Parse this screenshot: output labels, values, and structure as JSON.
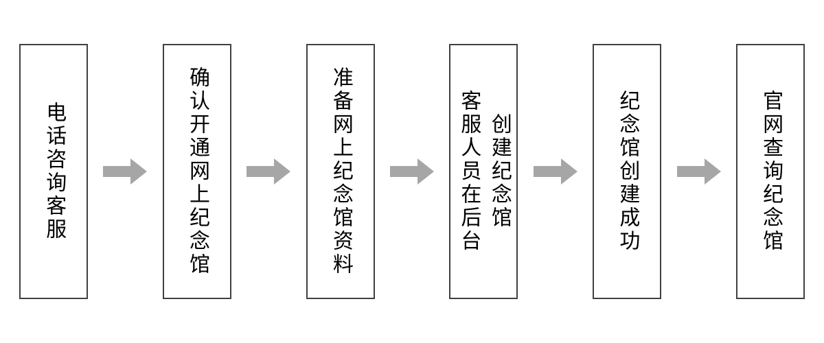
{
  "diagram": {
    "type": "flowchart",
    "direction": "left-to-right",
    "connector": "right-arrow",
    "steps": [
      {
        "cols": [
          "电话咨询客服"
        ]
      },
      {
        "cols": [
          "确认开通网上纪念馆"
        ]
      },
      {
        "cols": [
          "准备网上纪念馆资料"
        ]
      },
      {
        "cols": [
          "客服人员在后台",
          "创建纪念馆"
        ]
      },
      {
        "cols": [
          "纪念馆创建成功"
        ]
      },
      {
        "cols": [
          "官网查询纪念馆"
        ]
      }
    ],
    "colors": {
      "background": "#ffffff",
      "box_fill": "#ffffff",
      "box_border": "#404040",
      "text": "#000000",
      "arrow": "#a6a6a6"
    }
  }
}
